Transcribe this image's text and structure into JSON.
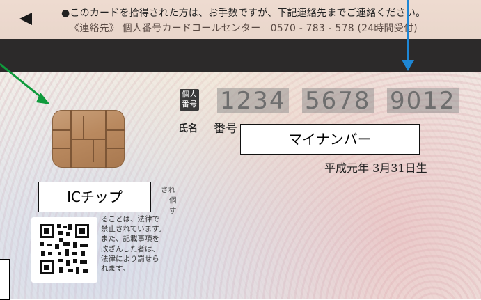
{
  "card": {
    "notice_line1": "●このカードを拾得された方は、お手数ですが、下記連絡先までご連絡ください。",
    "notice_line2": "《連絡先》 個人番号カードコールセンター　0570 - 783 - 578 (24時間受付)",
    "number_badge": "個人番号",
    "number_groups": [
      "1234",
      "5678",
      "9012"
    ],
    "name_label": "氏名",
    "name_value": "番号",
    "birthdate": "平成元年 3月31日生",
    "warning_lines": [
      "ることは、法律で",
      "禁止されています。",
      "また、記載事項を",
      "改ざんした者は、",
      "法律により罰せら",
      "れます。"
    ],
    "warning_fragments": [
      "され",
      "個",
      "す"
    ]
  },
  "annotations": {
    "mynumber_label": "マイナンバー",
    "icchip_label": "ICチップ",
    "arrow_color": "#1e86d4",
    "pointer_color": "#0f9a3c"
  }
}
